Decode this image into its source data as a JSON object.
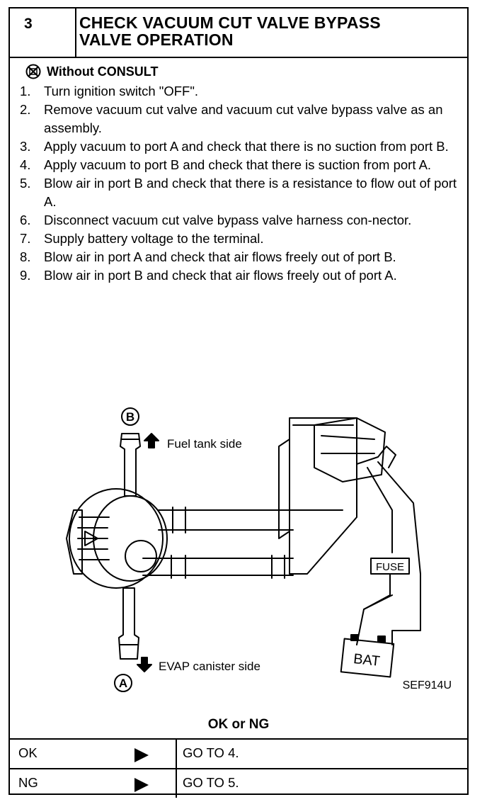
{
  "header": {
    "step_number": "3",
    "title_line1": "CHECK VACUUM CUT VALVE BYPASS",
    "title_line2": "VALVE OPERATION"
  },
  "mode_label": "Without CONSULT",
  "steps": [
    {
      "num": "1.",
      "text": "Turn ignition switch \"OFF\"."
    },
    {
      "num": "2.",
      "text": "Remove vacuum cut valve and vacuum cut valve bypass valve as an assembly."
    },
    {
      "num": "3.",
      "text": "Apply vacuum to port A and check that there is no suction from port B."
    },
    {
      "num": "4.",
      "text": "Apply vacuum to port B and check that there is suction from port A."
    },
    {
      "num": "5.",
      "text": "Blow air in port B and check that there is a resistance to flow out of port A."
    },
    {
      "num": "6.",
      "text": "Disconnect vacuum cut valve bypass valve harness con-nector."
    },
    {
      "num": "7.",
      "text": "Supply battery voltage to the terminal."
    },
    {
      "num": "8.",
      "text": "Blow air in port A and check that air flows freely out of port B."
    },
    {
      "num": "9.",
      "text": "Blow air in port B and check that air flows freely out of port A."
    }
  ],
  "figure": {
    "port_b": "B",
    "port_a": "A",
    "fuel_tank_label": "Fuel tank side",
    "evap_label": "EVAP canister side",
    "fuse_label": "FUSE",
    "bat_label": "BAT",
    "figure_id": "SEF914U"
  },
  "result_heading": "OK or NG",
  "results": [
    {
      "status": "OK",
      "action": "GO TO 4."
    },
    {
      "status": "NG",
      "action": "GO TO 5."
    }
  ]
}
